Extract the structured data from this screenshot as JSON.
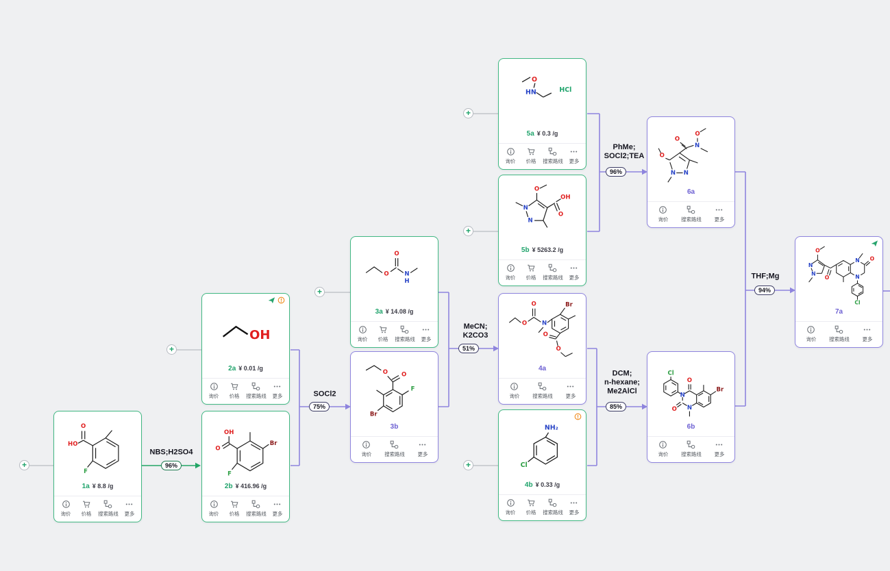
{
  "app": {
    "type": "synthesis-route-canvas"
  },
  "ui": {
    "plus_symbol": "+"
  },
  "colors": {
    "background": "#eff0f2",
    "purchasable_border": "#41b883",
    "intermediate_border": "#8e84de",
    "purchasable_label": "#1fa36b",
    "intermediate_label": "#6c5fd2",
    "green_arrow": "#23a566",
    "purple_arrow": "#8e84de",
    "warning": "#f08c1e",
    "atom_o": "#e02020",
    "atom_n": "#2743c6",
    "halogen_green": "#2e9e44",
    "atom_br": "#8b1a1a"
  },
  "footer_buttons": {
    "full": [
      {
        "label": "询价",
        "icon": "inquiry-icon"
      },
      {
        "label": "价格",
        "icon": "price-icon"
      },
      {
        "label": "搜索路线",
        "icon": "route-icon"
      },
      {
        "label": "更多",
        "icon": "more-icon"
      }
    ],
    "mini": [
      {
        "label": "询价",
        "icon": "inquiry-icon"
      },
      {
        "label": "搜索路线",
        "icon": "route-icon"
      },
      {
        "label": "更多",
        "icon": "more-icon"
      }
    ]
  },
  "cards": [
    {
      "id": "1a",
      "label": "1a",
      "price": "¥ 8.8 /g",
      "type": "green",
      "footer": "full",
      "corner_icons": [],
      "formula_labels": [
        "HO",
        "O",
        "F"
      ]
    },
    {
      "id": "2a",
      "label": "2a",
      "price": "¥ 0.01 /g",
      "type": "green",
      "footer": "full",
      "corner_icons": [
        "eco",
        "warning"
      ],
      "formula_labels": [
        "OH"
      ]
    },
    {
      "id": "2b",
      "label": "2b",
      "price": "¥ 416.96 /g",
      "type": "green",
      "footer": "full",
      "corner_icons": [],
      "formula_labels": [
        "OH",
        "O",
        "Br",
        "F"
      ]
    },
    {
      "id": "3a",
      "label": "3a",
      "price": "¥ 14.08 /g",
      "type": "green",
      "footer": "full",
      "corner_icons": [],
      "formula_labels": [
        "O",
        "O",
        "N",
        "H"
      ]
    },
    {
      "id": "3b",
      "label": "3b",
      "price": "",
      "type": "purple",
      "footer": "mini",
      "corner_icons": [],
      "formula_labels": [
        "O",
        "O",
        "F",
        "Br"
      ]
    },
    {
      "id": "4a",
      "label": "4a",
      "price": "",
      "type": "purple",
      "footer": "mini",
      "corner_icons": [],
      "formula_labels": [
        "O",
        "O",
        "N",
        "Br",
        "O",
        "O"
      ]
    },
    {
      "id": "4b",
      "label": "4b",
      "price": "¥ 0.33 /g",
      "type": "green",
      "footer": "full",
      "corner_icons": [
        "warning"
      ],
      "formula_labels": [
        "NH2",
        "Cl"
      ]
    },
    {
      "id": "5a",
      "label": "5a",
      "price": "¥ 0.3 /g",
      "type": "green",
      "footer": "full",
      "corner_icons": [],
      "formula_labels": [
        "O",
        "HN",
        "HCl"
      ]
    },
    {
      "id": "5b",
      "label": "5b",
      "price": "¥ 5263.2 /g",
      "type": "green",
      "footer": "full",
      "corner_icons": [],
      "formula_labels": [
        "N",
        "N",
        "O",
        "OH",
        "O"
      ]
    },
    {
      "id": "6a",
      "label": "6a",
      "price": "",
      "type": "purple",
      "footer": "mini",
      "corner_icons": [],
      "formula_labels": [
        "N",
        "N",
        "O",
        "N",
        "O",
        "O"
      ]
    },
    {
      "id": "6b",
      "label": "6b",
      "price": "",
      "type": "purple",
      "footer": "mini",
      "corner_icons": [],
      "formula_labels": [
        "Cl",
        "N",
        "O",
        "O",
        "N",
        "Br"
      ]
    },
    {
      "id": "7a",
      "label": "7a",
      "price": "",
      "type": "purple",
      "footer": "mini",
      "corner_icons": [
        "eco"
      ],
      "formula_labels": [
        "O",
        "N",
        "N",
        "O",
        "N",
        "O",
        "N",
        "Cl"
      ]
    }
  ],
  "reactions": [
    {
      "id": "r1",
      "conditions": [
        "NBS;H2SO4"
      ],
      "yield": "96%",
      "accent": "green",
      "from": [
        "1a"
      ],
      "to": "2b"
    },
    {
      "id": "r2",
      "conditions": [
        "SOCl2"
      ],
      "yield": "75%",
      "accent": "purple",
      "from": [
        "2a",
        "2b"
      ],
      "to": "3b"
    },
    {
      "id": "r3",
      "conditions": [
        "MeCN;",
        "K2CO3"
      ],
      "yield": "51%",
      "accent": "purple",
      "from": [
        "3a",
        "3b"
      ],
      "to": "4a"
    },
    {
      "id": "r4",
      "conditions": [
        "PhMe;",
        "SOCl2;TEA"
      ],
      "yield": "96%",
      "accent": "purple",
      "from": [
        "5a",
        "5b"
      ],
      "to": "6a"
    },
    {
      "id": "r5",
      "conditions": [
        "DCM;",
        "n-hexane;",
        "Me2AlCl"
      ],
      "yield": "85%",
      "accent": "purple",
      "from": [
        "4a",
        "4b"
      ],
      "to": "6b"
    },
    {
      "id": "r6",
      "conditions": [
        "THF;Mg"
      ],
      "yield": "94%",
      "accent": "purple",
      "from": [
        "6a",
        "6b"
      ],
      "to": "7a"
    }
  ]
}
